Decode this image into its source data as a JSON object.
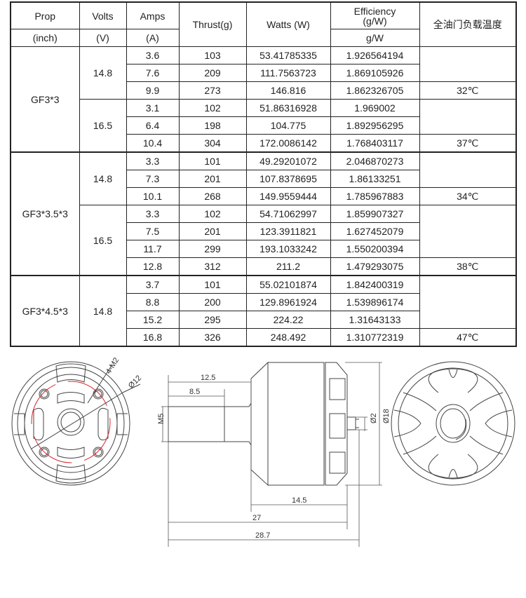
{
  "headers": {
    "prop": "Prop",
    "prop_unit": "(inch)",
    "volts": "Volts",
    "volts_unit": "(V)",
    "amps": "Amps",
    "amps_unit": "(A)",
    "thrust": "Thrust(g)",
    "watts": "Watts (W)",
    "efficiency": "Efficiency",
    "efficiency_sub": "(g/W)",
    "efficiency_unit": "g/W",
    "temperature": "全油门负载温度"
  },
  "groups": [
    {
      "prop": "GF3*3",
      "volt_groups": [
        {
          "volts": "14.8",
          "temp": "32℃",
          "rows": [
            [
              "3.6",
              "103",
              "53.41785335",
              "1.926564194"
            ],
            [
              "7.6",
              "209",
              "111.7563723",
              "1.869105926"
            ],
            [
              "9.9",
              "273",
              "146.816",
              "1.862326705"
            ]
          ]
        },
        {
          "volts": "16.5",
          "temp": "37℃",
          "rows": [
            [
              "3.1",
              "102",
              "51.86316928",
              "1.969002"
            ],
            [
              "6.4",
              "198",
              "104.775",
              "1.892956295"
            ],
            [
              "10.4",
              "304",
              "172.0086142",
              "1.768403117"
            ]
          ]
        }
      ]
    },
    {
      "prop": "GF3*3.5*3",
      "volt_groups": [
        {
          "volts": "14.8",
          "temp": "34℃",
          "rows": [
            [
              "3.3",
              "101",
              "49.29201072",
              "2.046870273"
            ],
            [
              "7.3",
              "201",
              "107.8378695",
              "1.86133251"
            ],
            [
              "10.1",
              "268",
              "149.9559444",
              "1.785967883"
            ]
          ]
        },
        {
          "volts": "16.5",
          "temp": "38℃",
          "rows": [
            [
              "3.3",
              "102",
              "54.71062997",
              "1.859907327"
            ],
            [
              "7.5",
              "201",
              "123.3911821",
              "1.627452079"
            ],
            [
              "11.7",
              "299",
              "193.1033242",
              "1.550200394"
            ],
            [
              "12.8",
              "312",
              "211.2",
              "1.479293075"
            ]
          ]
        }
      ]
    },
    {
      "prop": "GF3*4.5*3",
      "volt_groups": [
        {
          "volts": "14.8",
          "temp": "47℃",
          "rows": [
            [
              "3.7",
              "101",
              "55.02101874",
              "1.842400319"
            ],
            [
              "8.8",
              "200",
              "129.8961924",
              "1.539896174"
            ],
            [
              "15.2",
              "295",
              "224.22",
              "1.31643133"
            ],
            [
              "16.8",
              "326",
              "248.492",
              "1.310772319"
            ]
          ]
        }
      ]
    }
  ],
  "drawing": {
    "holes_label": "4-M2",
    "mount_dia": "Ø12",
    "dim_shaft_total": "12.5",
    "dim_thread": "8.5",
    "thread_size": "M5",
    "rear_shaft_dia": "Ø2",
    "motor_dia": "Ø18",
    "dim_body": "14.5",
    "dim_overall": "27",
    "dim_total": "28.7",
    "accent_color": "#d9272e"
  }
}
